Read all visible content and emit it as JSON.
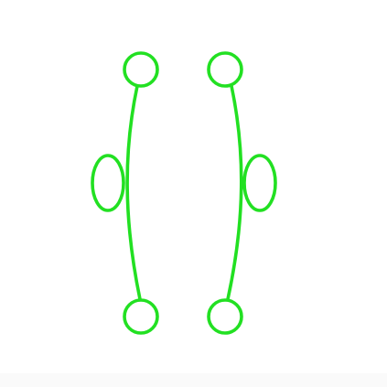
{
  "graphic": {
    "stroke_color": "#22e022",
    "background": "#ffffff",
    "footer_background": "#fafafa",
    "shapes": [
      "left-arc-path",
      "left-top-handle",
      "left-middle-handle",
      "left-bottom-handle",
      "right-arc-path",
      "right-top-handle",
      "right-middle-handle",
      "right-bottom-handle"
    ]
  }
}
